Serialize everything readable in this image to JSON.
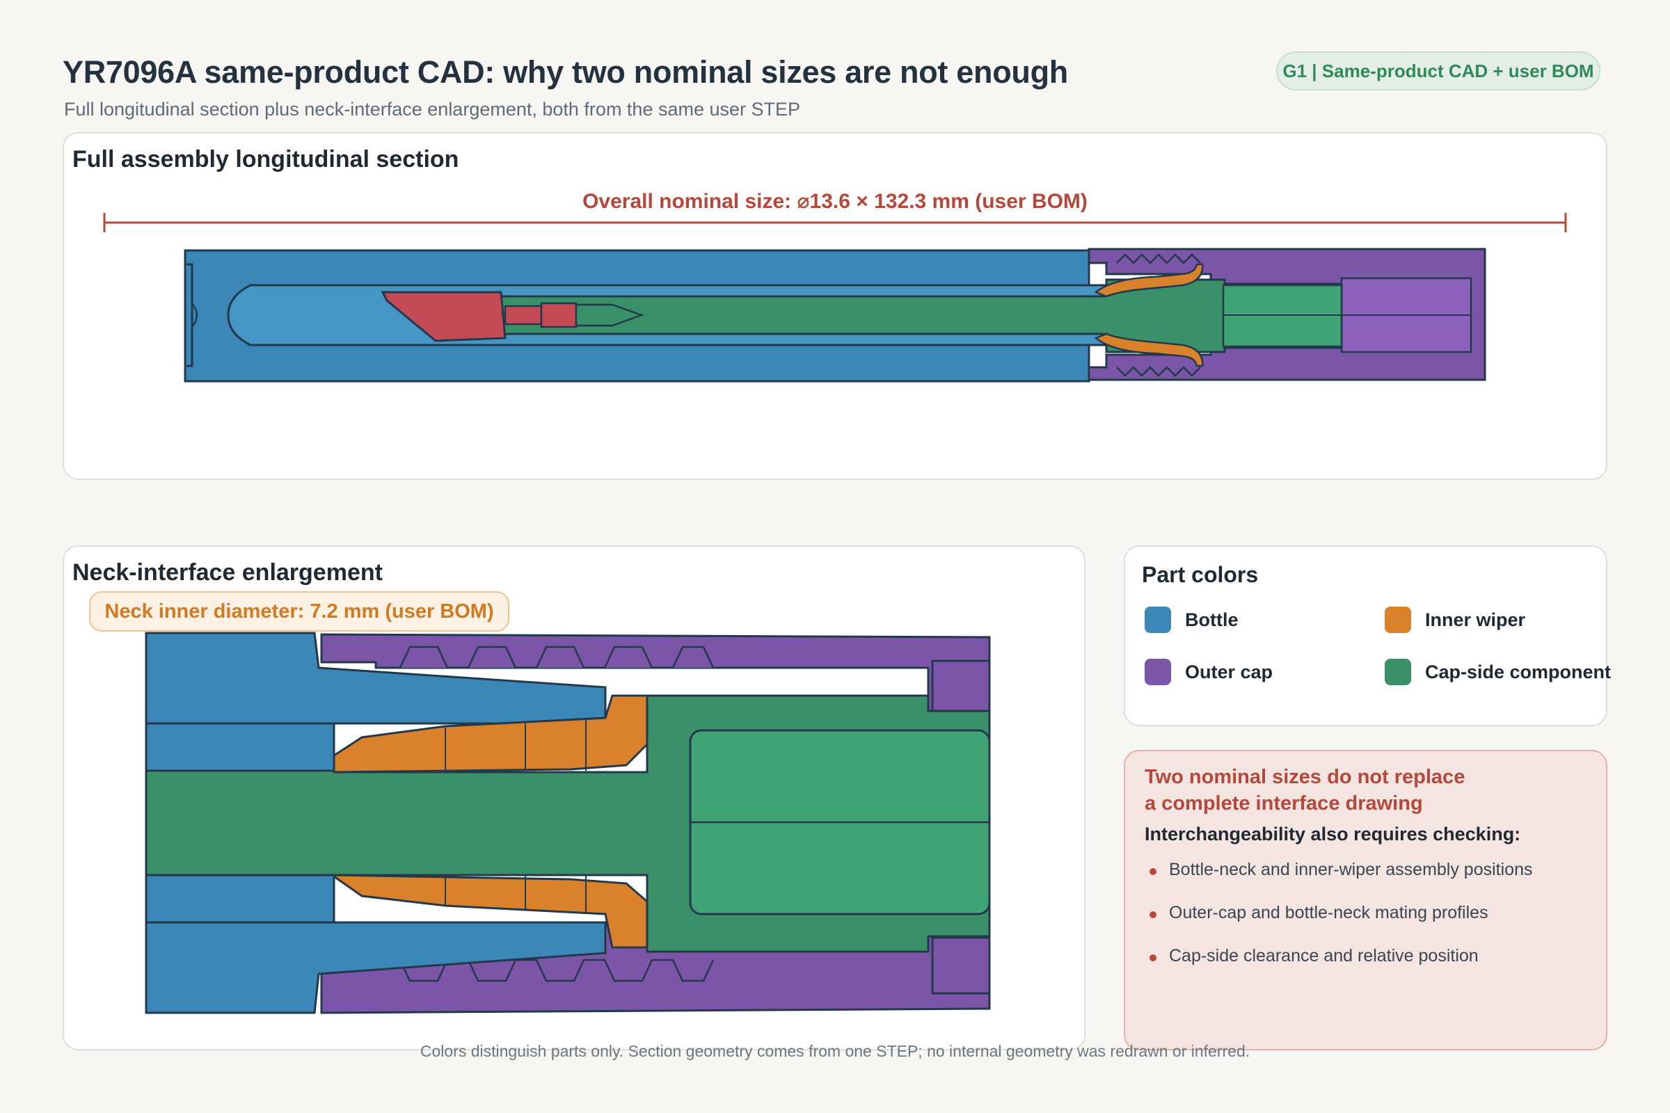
{
  "header": {
    "title": "YR7096A same-product CAD: why two nominal sizes are not enough",
    "subtitle": "Full longitudinal section plus neck-interface enlargement, both from the same user STEP",
    "badge": "G1 | Same-product CAD + user BOM"
  },
  "full_section": {
    "title": "Full assembly longitudinal section",
    "dimension_label": "Overall nominal size: ⌀13.6 × 132.3 mm (user BOM)"
  },
  "neck_section": {
    "title": "Neck-interface enlargement",
    "inner_diameter_label": "Neck inner diameter: 7.2 mm (user BOM)"
  },
  "legend": {
    "title": "Part colors",
    "items": [
      {
        "label": "Bottle",
        "color": "#3b87b7"
      },
      {
        "label": "Inner wiper",
        "color": "#d9822b"
      },
      {
        "label": "Outer cap",
        "color": "#7b55a8"
      },
      {
        "label": "Cap-side component",
        "color": "#3a9068"
      }
    ]
  },
  "note": {
    "heading_line1": "Two nominal sizes do not replace",
    "heading_line2": "a complete interface drawing",
    "subheading": "Interchangeability also requires checking:",
    "items": [
      "Bottle-neck and inner-wiper assembly positions",
      "Outer-cap and bottle-neck mating profiles",
      "Cap-side clearance and relative position"
    ]
  },
  "footnote": "Colors distinguish parts only. Section geometry comes from one STEP; no internal geometry was redrawn or inferred.",
  "colors": {
    "bottle": "#3b87b7",
    "outer_cap": "#7b55a8",
    "inner_wiper": "#d9822b",
    "cap_side": "#3a9068",
    "applicator_tip": "#c44a55",
    "accent_red": "#b5483a",
    "accent_green": "#2f8a58"
  }
}
